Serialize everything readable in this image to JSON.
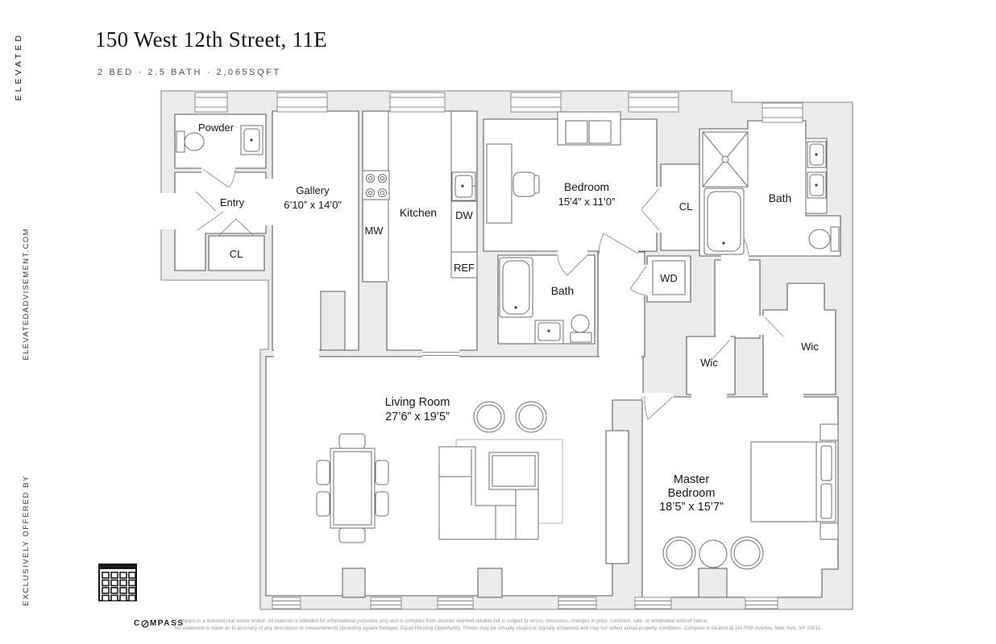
{
  "header": {
    "title": "150 West 12th Street, 11E",
    "subtitle": "2 BED · 2.5 BATH · 2,065SQFT"
  },
  "side_branding": {
    "top": "ELEVATED",
    "middle": "ELEVATEDADVISEMENT.COM",
    "bottom": "EXCLUSIVELY OFFERED BY"
  },
  "floorplan": {
    "labels": {
      "powder": "Powder",
      "entry": "Entry",
      "entry_closet": "CL",
      "gallery": "Gallery",
      "gallery_dim": "6’10” x 14’0”",
      "kitchen": "Kitchen",
      "microwave": "MW",
      "dishwasher": "DW",
      "refrigerator": "REF",
      "bedroom": "Bedroom",
      "bedroom_dim": "15’4” x 11’0”",
      "bedroom_closet": "CL",
      "bath_en_suite": "Bath",
      "bath_hall": "Bath",
      "washer_dryer": "WD",
      "walk_in_closet_1": "Wic",
      "walk_in_closet_2": "Wic",
      "living_room": "Living Room",
      "living_room_dim": "27’6” x 19’5”",
      "master_line1": "Master",
      "master_line2": "Bedroom",
      "master_dim": "18’5” x 15’7”"
    }
  },
  "footer": {
    "brokerage": "COMPASS",
    "brokerage_left": "C",
    "brokerage_right": "MPASS",
    "disclaimer_line1": "Compass is a licensed real estate broker. All material is intended for informational purposes only and is compiled from sources deemed reliable but is subject to errors, omissions, changes in price, condition, sale, or withdrawal without notice.",
    "disclaimer_line2": "No statement is made as to accuracy of any description or measurements (including square footage). Equal Housing Opportunity. Photos may be virtually staged or digitally enhanced and may not reflect actual property conditions. Compass is located at 110 Fifth Avenue, New York, NY 10011."
  },
  "colors": {
    "background": "#ffffff",
    "wall_fill": "#ebebeb",
    "wall_line": "#5a5a5a",
    "outer_line": "#9c9c9c",
    "text": "#161616",
    "muted_text": "#8f8f8f"
  }
}
